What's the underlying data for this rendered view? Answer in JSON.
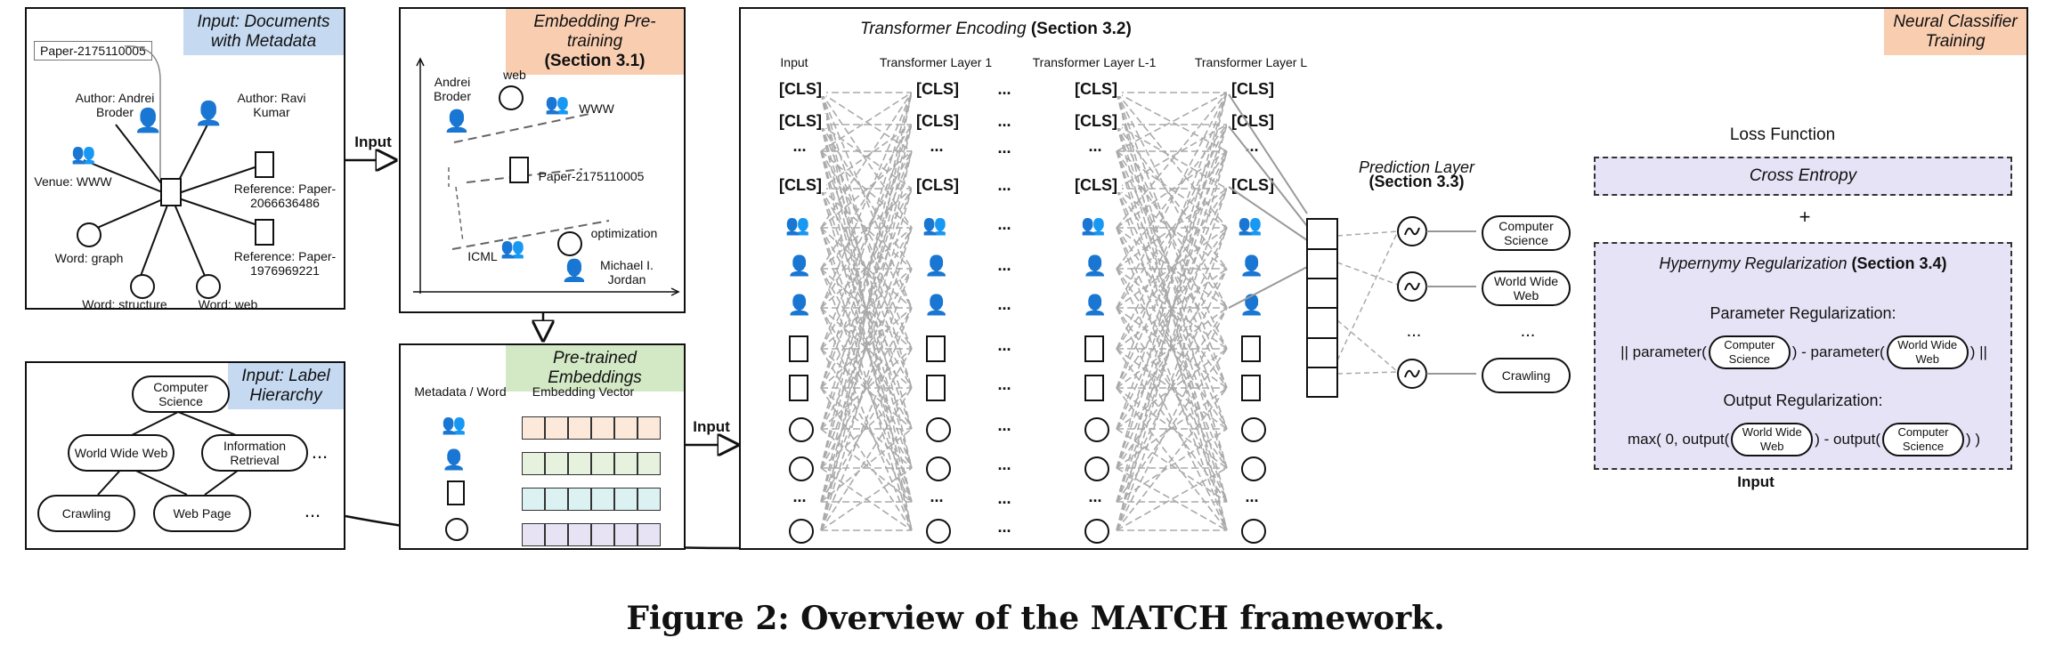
{
  "caption": "Figure 2: Overview of the MATCH framework.",
  "panel_docs": {
    "title": "Input: Documents with Metadata",
    "paper_id": "Paper-2175110005",
    "author1": "Author: Andrei Broder",
    "author2": "Author: Ravi Kumar",
    "venue": "Venue: WWW",
    "ref1": "Reference: Paper-2066636486",
    "ref2": "Reference: Paper-1976969221",
    "word_graph": "Word: graph",
    "word_structure": "Word: structure",
    "word_web": "Word: web"
  },
  "panel_label": {
    "title": "Input: Label Hierarchy",
    "nodes": [
      "Computer Science",
      "World Wide Web",
      "Information Retrieval",
      "Crawling",
      "Web Page"
    ],
    "ellipsis": "..."
  },
  "panel_pretrain": {
    "title": "Embedding Pre-training",
    "section": "(Section 3.1)",
    "andrei": "Andrei Broder",
    "web": "web",
    "www": "WWW",
    "paper": "Paper-2175110005",
    "icml": "ICML",
    "optimization": "optimization",
    "jordan": "Michael I. Jordan"
  },
  "panel_embed": {
    "title": "Pre-trained Embeddings",
    "col1": "Metadata / Word",
    "col2": "Embedding Vector",
    "row_colors": [
      "#fde9da",
      "#e6f2dd",
      "#dcf1f1",
      "#e8e3f4"
    ]
  },
  "arrows": {
    "input": "Input"
  },
  "panel_main": {
    "encoding_title": "Transformer Encoding",
    "encoding_section": "(Section 3.2)",
    "classifier_title": "Neural Classifier Training",
    "col_headers": [
      "Input",
      "Transformer Layer 1",
      "Transformer Layer L-1",
      "Transformer Layer L"
    ],
    "cls": "[CLS]",
    "dots": "...",
    "prediction_title": "Prediction Layer",
    "prediction_section": "(Section 3.3)",
    "outputs": [
      "Computer Science",
      "World Wide Web",
      "...",
      "Crawling"
    ],
    "loss_title": "Loss Function",
    "cross_entropy": "Cross Entropy",
    "plus": "+",
    "hyper_title": "Hypernymy Regularization",
    "hyper_section": "(Section 3.4)",
    "param_reg": "Parameter Regularization:",
    "param_expr": [
      "|| parameter(",
      ") - parameter(",
      ") ||"
    ],
    "output_reg": "Output Regularization:",
    "output_expr": [
      "max( 0, output(",
      ") - output(",
      ") )"
    ],
    "cs": "Computer Science",
    "www": "World Wide Web",
    "input": "Input"
  },
  "colors": {
    "blue_tag": "#c5d9f1",
    "orange_tag": "#f9cdb0",
    "green_tag": "#d3e9c6",
    "purple_box": "#e6e3f6",
    "gray": "#9a9a9a"
  }
}
